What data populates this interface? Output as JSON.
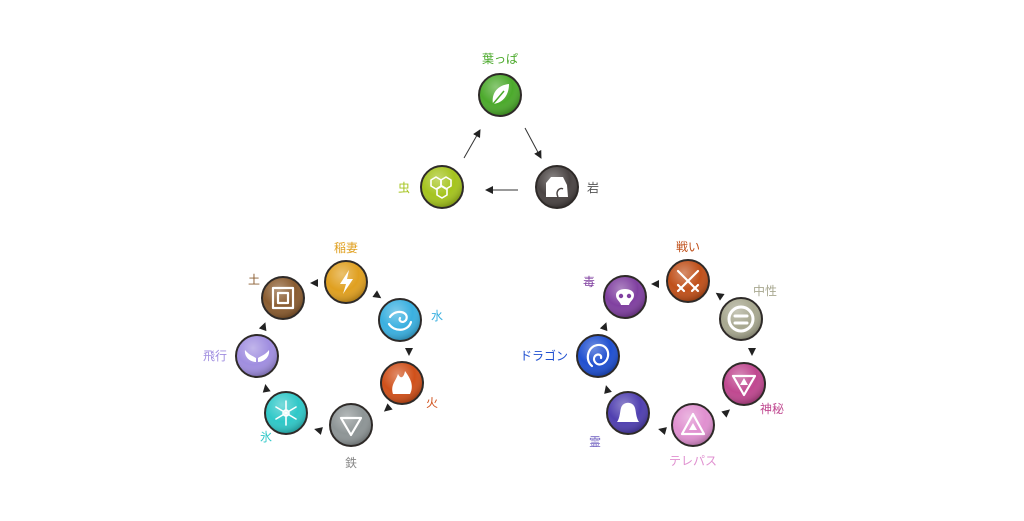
{
  "triangle": {
    "nodes": [
      {
        "label": "葉っぱ",
        "icon": "leaf-icon",
        "color": "#4caa2c"
      },
      {
        "label": "岩",
        "icon": "rock-icon",
        "color": "#4a4443"
      },
      {
        "label": "虫",
        "icon": "honeycomb-icon",
        "color": "#a5c41e"
      }
    ]
  },
  "left_cycle": {
    "nodes": [
      {
        "label": "稲妻",
        "icon": "lightning-icon",
        "color": "#e0a020"
      },
      {
        "label": "水",
        "icon": "wave-icon",
        "color": "#3ab0e0"
      },
      {
        "label": "火",
        "icon": "flame-icon",
        "color": "#d0501a"
      },
      {
        "label": "鉄",
        "icon": "triangle-down-icon",
        "color": "#8e9596"
      },
      {
        "label": "氷",
        "icon": "snowflake-icon",
        "color": "#30c8c8"
      },
      {
        "label": "飛行",
        "icon": "wings-icon",
        "color": "#a08ee0"
      },
      {
        "label": "土",
        "icon": "square-icon",
        "color": "#8a5c30"
      }
    ]
  },
  "right_cycle": {
    "nodes": [
      {
        "label": "戦い",
        "icon": "crossed-swords-icon",
        "color": "#c0501a"
      },
      {
        "label": "中性",
        "icon": "equals-icon",
        "color": "#a8a890"
      },
      {
        "label": "神秘",
        "icon": "mystic-triangle-icon",
        "color": "#c04890"
      },
      {
        "label": "テレパス",
        "icon": "eye-triangle-icon",
        "color": "#e090d0"
      },
      {
        "label": "霊",
        "icon": "ghost-icon",
        "color": "#5040b0"
      },
      {
        "label": "ドラゴン",
        "icon": "dragon-icon",
        "color": "#2050d0"
      },
      {
        "label": "毒",
        "icon": "skull-icon",
        "color": "#8040a0"
      }
    ]
  }
}
